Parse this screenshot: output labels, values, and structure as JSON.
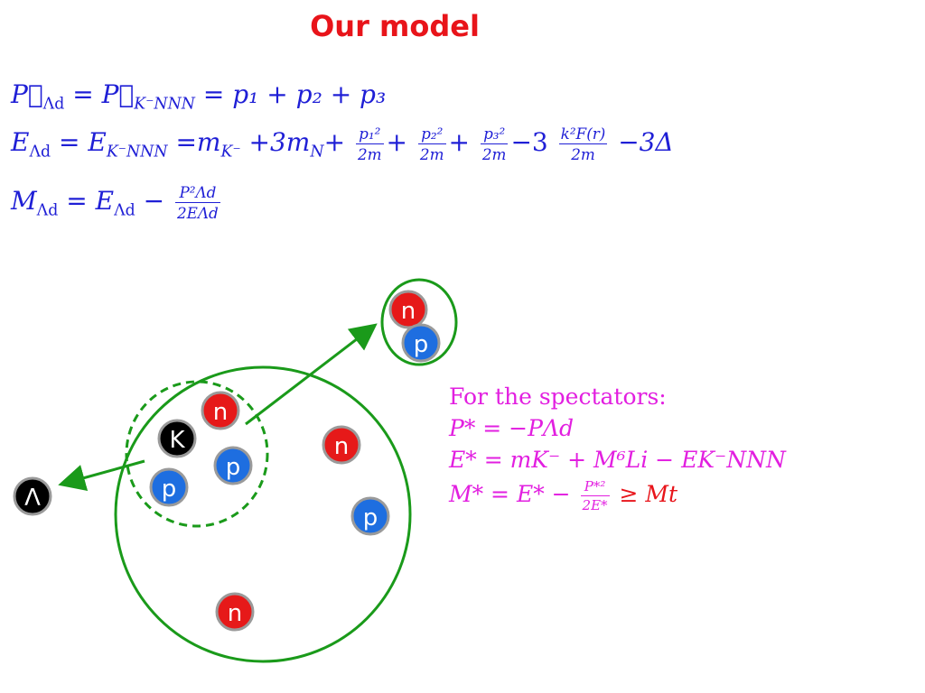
{
  "title": "Our model",
  "equations": {
    "momentum": {
      "lhs": "P",
      "lhs_sub": "Λd",
      "mid": "P",
      "mid_sub": "K⁻NNN",
      "rhs": "p₁ + p₂ + p₃"
    },
    "energy": {
      "lhs": "E",
      "lhs_sub": "Λd",
      "mid": "E",
      "mid_sub": "K⁻NNN",
      "mass_terms": "m",
      "kaon_sub": "K⁻",
      "plus3": "+3m",
      "nucleon_sub": "N",
      "frac1_num": "p₁²",
      "frac2_num": "p₂²",
      "frac3_num": "p₃²",
      "frac_den": "2m",
      "fermi_num": "k²F(r)",
      "tail": "−3Δ"
    },
    "mass": {
      "lhs": "M",
      "lhs_sub": "Λd",
      "e": "E",
      "e_sub": "Λd",
      "frac_num": "P²Λd",
      "frac_den": "2EΛd"
    }
  },
  "spectators": {
    "heading": "For the spectators:",
    "line1": "P* = −PΛd",
    "line2": "E* = mK⁻ + M⁶Li − EK⁻NNN",
    "line3_a": "M* = E* −",
    "line3_frac_num": "P*²",
    "line3_frac_den": "2E*",
    "line3_b": "≥ Mt"
  },
  "particles": {
    "neutron_label": "n",
    "proton_label": "p",
    "kaon_label": "K",
    "lambda_label": "Λ"
  },
  "colors": {
    "title": "#e8141a",
    "equations": "#1f1fd6",
    "spectators": "#e21fe0",
    "neutron": "#e61919",
    "proton": "#1e6ee0",
    "kaon": "#000000",
    "circle": "#1a9a1a"
  }
}
